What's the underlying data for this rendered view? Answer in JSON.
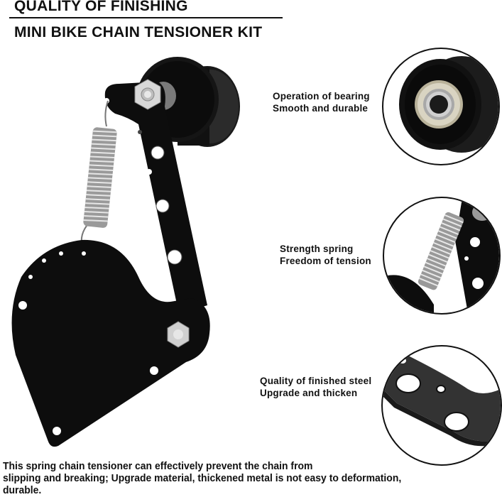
{
  "header": {
    "title_line1": "QUALITY OF FINISHING",
    "title_line2": "MINI BIKE CHAIN TENSIONER KIT"
  },
  "product": {
    "name": "mini-bike-chain-tensioner",
    "components": [
      "idler-roller",
      "hex-bolt",
      "tension-arm",
      "extension-spring",
      "mounting-plate",
      "pivot-bolt"
    ]
  },
  "callouts": [
    {
      "line1": "Operation of bearing",
      "line2": "Smooth and durable",
      "detail": "bearing-roller"
    },
    {
      "line1": "Strength spring",
      "line2": "Freedom of tension",
      "detail": "spring"
    },
    {
      "line1": "Quality of finished steel",
      "line2": "Upgrade and thicken",
      "detail": "steel-plate"
    }
  ],
  "description": {
    "line1": "This spring chain tensioner can effectively prevent the chain from",
    "line2": "slipping and breaking; Upgrade material, thickened metal is not easy to deformation,",
    "line3": "durable."
  },
  "colors": {
    "text": "#111111",
    "metal_black": "#0d0d0d",
    "roller_gray": "#2a2a2a",
    "steel_silver": "#c8c8c8",
    "background": "#ffffff"
  }
}
